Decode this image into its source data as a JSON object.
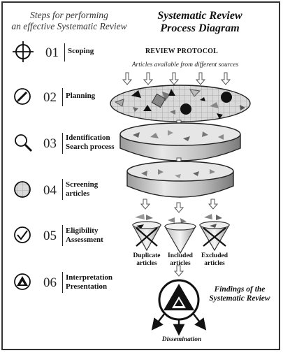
{
  "left_heading": {
    "line1": "Steps for performing",
    "line2": "an effective Systematic Review"
  },
  "title": {
    "line1": "Systematic Review",
    "line2": "Process Diagram"
  },
  "review_protocol": "REVIEW PROTOCOL",
  "sources_label": "Articles available from different sources",
  "steps": [
    {
      "number": "01",
      "line1": "Scoping",
      "line2": "",
      "icon": "crosshair-icon"
    },
    {
      "number": "02",
      "line1": "Planning",
      "line2": "",
      "icon": "pencil-icon"
    },
    {
      "number": "03",
      "line1": "Identification",
      "line2": "Search process",
      "icon": "magnifier-icon"
    },
    {
      "number": "04",
      "line1": "Screening",
      "line2": "articles",
      "icon": "grid-circle-icon"
    },
    {
      "number": "05",
      "line1": "Eligibility",
      "line2": "Assessment",
      "icon": "check-circle-icon"
    },
    {
      "number": "06",
      "line1": "Interpretation",
      "line2": "Presentation",
      "icon": "triangle-circle-icon"
    }
  ],
  "streams": [
    {
      "line1": "Duplicate",
      "line2": "articles"
    },
    {
      "line1": "Included",
      "line2": "articles"
    },
    {
      "line1": "Excluded",
      "line2": "articles"
    }
  ],
  "findings": {
    "line1": "Findings of the",
    "line2": "Systematic Review"
  },
  "dissemination": "Dissemination"
}
